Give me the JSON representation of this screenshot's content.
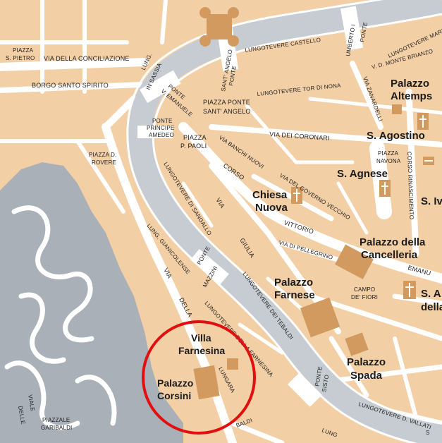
{
  "colors": {
    "block": "#f3cfa6",
    "street": "#ffffff",
    "river": "#c6ccd2",
    "park": "#aab0b7",
    "landmark": "#d39a60",
    "highlight_circle": "#e01010",
    "cross": "#ffffff"
  },
  "street_labels": {
    "piazza_s_pietro_1": "PIAZZA",
    "piazza_s_pietro_2": "S. PIETRO",
    "via_conciliazione": "VIA DELLA CONCILIAZIONE",
    "borgo_s_spirito": "BORGO SANTO SPIRITO",
    "lung_in_sassia_1": "LUNG.",
    "lung_in_sassia_2": "IN SASSIA",
    "ponte_v_emanuele_1": "PONTE",
    "ponte_v_emanuele_2": "V. EMANUELE",
    "ponte_s_angelo_1": "PONTE",
    "ponte_s_angelo_2": "SANT' ANGELO",
    "lung_castello": "LUNGOTEVERE CASTELLO",
    "ponte_umberto_1": "PONTE",
    "ponte_umberto_2": "UMBERTO I",
    "lung_marzio": "LUNGOTEVERE MARZIO",
    "v_d_monte_brianzo": "V. D. MONTE BRIANZO",
    "lung_tor_di_nona": "LUNGOTEVERE TOR DI NONA",
    "via_zanardelli": "VIA ZANARDELLI",
    "piazza_ponte_s_angelo_1": "PIAZZA PONTE",
    "piazza_ponte_s_angelo_2": "SANT' ANGELO",
    "ponte_principe_1": "PONTE",
    "ponte_principe_2": "PRINCIPE",
    "ponte_principe_3": "AMEDEO",
    "piazza_p_paoli_1": "PIAZZA",
    "piazza_p_paoli_2": "P. PAOLI",
    "via_coronari": "VIA   DEI   CORONARI",
    "piazza_rovere_1": "PIAZZA D.",
    "piazza_rovere_2": "ROVERE",
    "via_banchi_nuovi": "VIA BANCHI NUOVI",
    "corso": "CORSO",
    "via_governo_vecchio": "VIA DEL GOVERNO VECCHIO",
    "piazza_navona_1": "PIAZZA",
    "piazza_navona_2": "NAVONA",
    "corso_rinascimento": "CORSO RINASCIMENTO",
    "lung_sangallo": "LUNGOTEVERE DI SANGALLO",
    "via_1": "VIA",
    "giulia": "GIULIA",
    "vittorio": "VITTORIO",
    "via_di_pellegrino": "VIA DI PELLEGRINO",
    "emanu": "EMANU",
    "lung_gianicolense": "LUNG. GIANICOLENSE",
    "ponte_mazzini_1": "PONTE",
    "ponte_mazzini_2": "MAZZINI",
    "via_2": "VIA",
    "della": "DELLA",
    "lung_tebaldi": "LUNGOTEVERE DEI TEBALDI",
    "campo_de_fiori_1": "CAMPO",
    "campo_de_fiori_2": "DE' FIORI",
    "lung_farnesina": "LUNGOTEVERE DELLA FARNESINA",
    "lungara": "LUNGARA",
    "ponte_sisto_1": "PONTE",
    "ponte_sisto_2": "SISTO",
    "lung_vallati": "LUNGOTEVERE D. VALLATI",
    "viale_delle_1": "VIALE",
    "viale_delle_2": "DELLE",
    "piazzale_garibaldi_1": "PIAZZALE",
    "piazzale_garibaldi_2": "GARIBALDI",
    "lung_bottom": "LUNG",
    "s_bottom": "S",
    "bottom_road": "BALDI"
  },
  "landmarks": {
    "palazzo_altemps_1": "Palazzo",
    "palazzo_altemps_2": "Altemps",
    "s_agostino": "S. Agostino",
    "s_agnese": "S. Agnese",
    "s_iv": "S. Iv",
    "chiesa_nuova_1": "Chiesa",
    "chiesa_nuova_2": "Nuova",
    "palazzo_cancelleria_1": "Palazzo della",
    "palazzo_cancelleria_2": "Cancelleria",
    "s_andrea_1": "S. A",
    "s_andrea_2": "della",
    "palazzo_farnese_1": "Palazzo",
    "palazzo_farnese_2": "Farnese",
    "villa_farnesina_1": "Villa",
    "villa_farnesina_2": "Farnesina",
    "palazzo_corsini_1": "Palazzo",
    "palazzo_corsini_2": "Corsini",
    "palazzo_spada_1": "Palazzo",
    "palazzo_spada_2": "Spada"
  }
}
